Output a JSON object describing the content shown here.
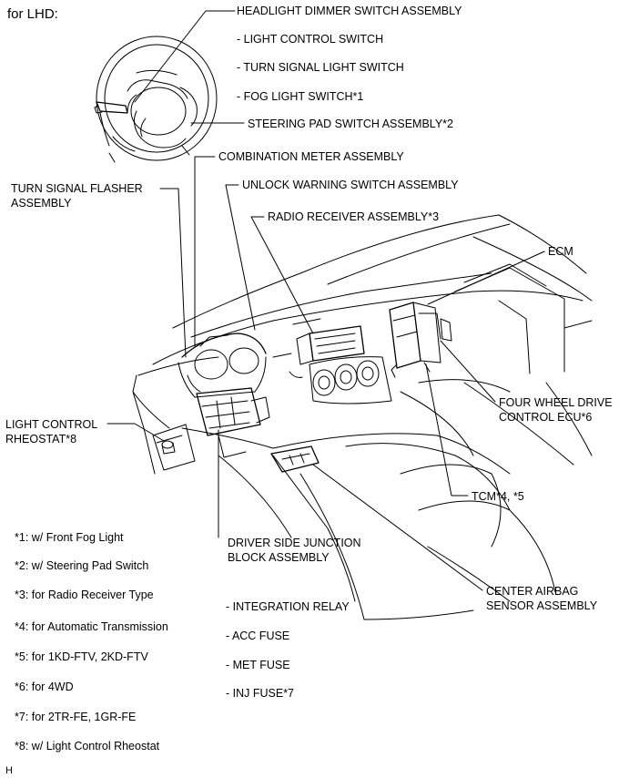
{
  "header": {
    "title": "for LHD:"
  },
  "callouts": {
    "headlight_dimmer": "HEADLIGHT DIMMER SWITCH ASSEMBLY",
    "light_control_switch": "- LIGHT CONTROL SWITCH",
    "turn_signal_light_switch": "- TURN SIGNAL LIGHT SWITCH",
    "fog_light_switch": "- FOG LIGHT SWITCH*1",
    "steering_pad": "STEERING PAD SWITCH ASSEMBLY*2",
    "combination_meter": "COMBINATION METER ASSEMBLY",
    "turn_signal_flasher_1": "TURN SIGNAL FLASHER",
    "turn_signal_flasher_2": "ASSEMBLY",
    "unlock_warning": "UNLOCK WARNING SWITCH ASSEMBLY",
    "radio_receiver": "RADIO RECEIVER ASSEMBLY*3",
    "ecm": "ECM",
    "four_wd_1": "FOUR WHEEL DRIVE",
    "four_wd_2": "CONTROL ECU*6",
    "light_rheostat_1": "LIGHT CONTROL",
    "light_rheostat_2": "RHEOSTAT*8",
    "tcm": "TCM*4, *5",
    "driver_jb_1": "DRIVER SIDE JUNCTION",
    "driver_jb_2": "BLOCK ASSEMBLY",
    "airbag_1": "CENTER AIRBAG",
    "airbag_2": "SENSOR ASSEMBLY"
  },
  "junction_items": [
    "- INTEGRATION RELAY",
    "- ACC FUSE",
    "- MET FUSE",
    "- INJ FUSE*7"
  ],
  "footnotes": [
    "*1: w/ Front Fog Light",
    "*2: w/ Steering Pad Switch",
    "*3: for Radio Receiver Type",
    "*4: for Automatic Transmission",
    "*5: for 1KD-FTV, 2KD-FTV",
    "*6: for 4WD",
    "*7: for 2TR-FE, 1GR-FE",
    "*8: w/ Light Control Rheostat"
  ],
  "corner_mark": "H",
  "colors": {
    "line": "#000000",
    "background": "#ffffff"
  }
}
